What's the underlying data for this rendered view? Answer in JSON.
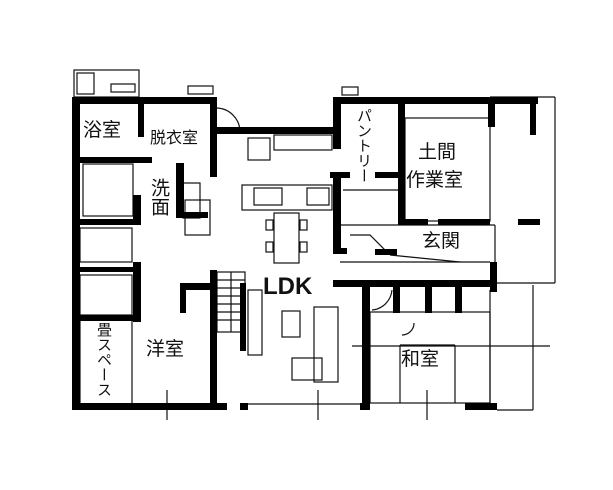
{
  "plan": {
    "rooms": {
      "bath": "浴室",
      "dressing": "脱衣室",
      "pantry": "パントリー",
      "doma_line1": "土間",
      "doma_line2": "作業室",
      "washroom": "洗面",
      "entrance": "玄関",
      "ldk": "LDK",
      "tatami_space": "畳スペース",
      "western_room": "洋室",
      "japanese_room": "和室"
    },
    "colors": {
      "wall": "#000000",
      "line": "#111111",
      "background": "#ffffff"
    }
  }
}
